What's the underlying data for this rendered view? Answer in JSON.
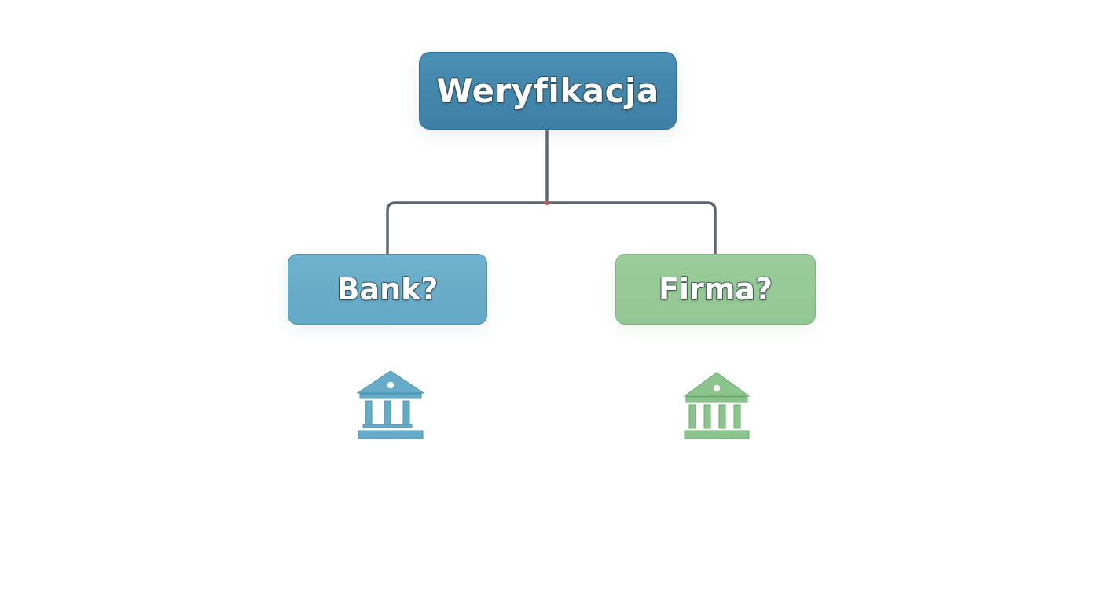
{
  "diagram": {
    "root": {
      "label": "Weryfikacja",
      "color": "#3f82a8"
    },
    "children": [
      {
        "label": "Bank?",
        "color": "#67abc8",
        "icon": "bank-building-icon"
      },
      {
        "label": "Firma?",
        "color": "#96c997",
        "icon": "bank-building-icon"
      }
    ],
    "connector_color": "#5f6670"
  }
}
